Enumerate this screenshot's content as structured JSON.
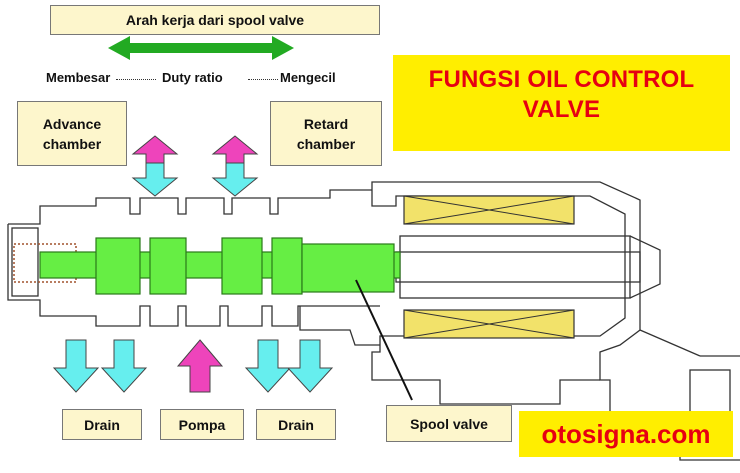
{
  "header": {
    "text": "Arah kerja dari  spool valve"
  },
  "duty": {
    "left": "Membesar",
    "center": "Duty ratio",
    "right": "Mengecil"
  },
  "chambers": {
    "advance_line1": "Advance",
    "advance_line2": "chamber",
    "retard_line1": "Retard",
    "retard_line2": "chamber"
  },
  "title": {
    "line1": "FUNGSI OIL CONTROL",
    "line2": "VALVE"
  },
  "ports": {
    "drain_left": "Drain",
    "pompa": "Pompa",
    "drain_right": "Drain"
  },
  "spool_label": "Spool valve",
  "brand": "otosigna.com",
  "colors": {
    "title_bg": "#ffee00",
    "title_text": "#e60012",
    "label_box": "#fdf6cc",
    "spool": "#66ee44",
    "arrow_cyan": "#66eeee",
    "arrow_magenta": "#ee44bb",
    "direction_arrow": "#22aa22",
    "coil": "#f2e26a"
  }
}
